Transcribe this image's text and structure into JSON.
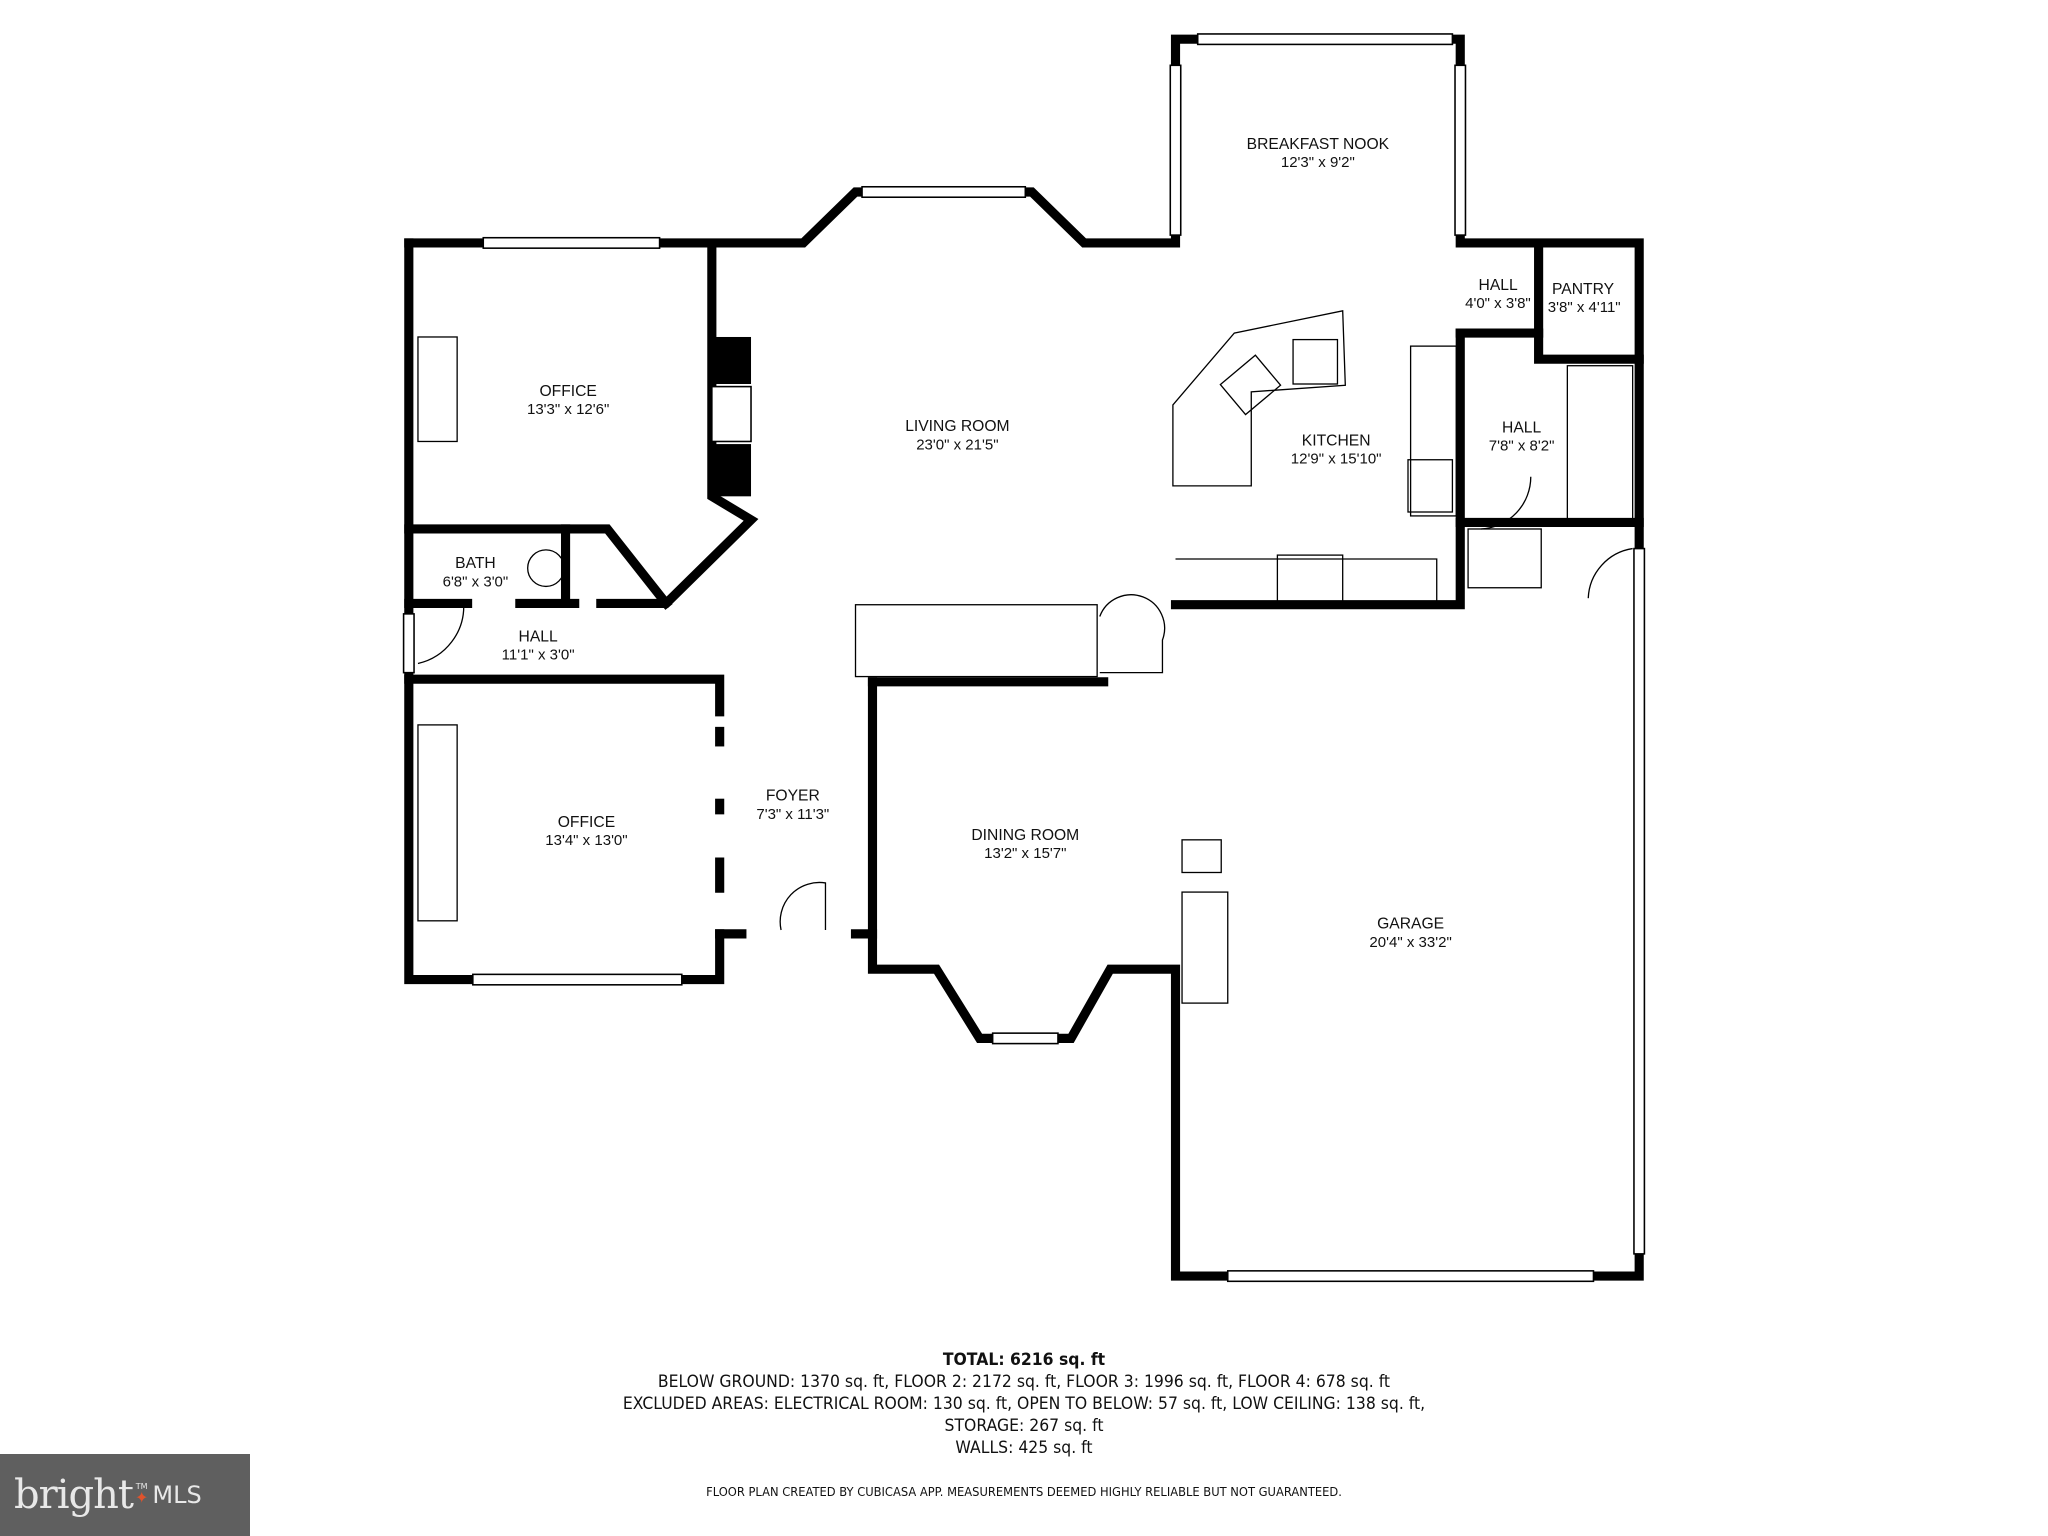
{
  "rooms": {
    "breakfast_nook": {
      "name": "BREAKFAST NOOK",
      "dims": "12'3\" x 9'2\""
    },
    "office_1": {
      "name": "OFFICE",
      "dims": "13'3\" x 12'6\""
    },
    "living_room": {
      "name": "LIVING ROOM",
      "dims": "23'0\" x 21'5\""
    },
    "hall_small": {
      "name": "HALL",
      "dims": "4'0\" x 3'8\""
    },
    "pantry": {
      "name": "PANTRY",
      "dims": "3'8\" x 4'11\""
    },
    "kitchen": {
      "name": "KITCHEN",
      "dims": "12'9\" x 15'10\""
    },
    "hall_right": {
      "name": "HALL",
      "dims": "7'8\" x 8'2\""
    },
    "bath": {
      "name": "BATH",
      "dims": "6'8\" x 3'0\""
    },
    "hall_left": {
      "name": "HALL",
      "dims": "11'1\" x 3'0\""
    },
    "foyer": {
      "name": "FOYER",
      "dims": "7'3\" x 11'3\""
    },
    "office_2": {
      "name": "OFFICE",
      "dims": "13'4\" x 13'0\""
    },
    "dining_room": {
      "name": "DINING ROOM",
      "dims": "13'2\" x 15'7\""
    },
    "garage": {
      "name": "GARAGE",
      "dims": "20'4\" x 33'2\""
    }
  },
  "summary": {
    "total": "TOTAL: 6216 sq. ft",
    "floors": "BELOW GROUND: 1370 sq. ft, FLOOR 2: 2172 sq. ft, FLOOR 3: 1996 sq. ft, FLOOR 4: 678 sq. ft",
    "excluded_1": "EXCLUDED AREAS: ELECTRICAL ROOM: 130 sq. ft, OPEN TO BELOW: 57 sq. ft, LOW CEILING: 138 sq. ft,",
    "excluded_2": "STORAGE: 267 sq. ft",
    "walls": "WALLS: 425 sq. ft"
  },
  "disclaimer": "FLOOR PLAN CREATED BY CUBICASA APP. MEASUREMENTS DEEMED HIGHLY RELIABLE BUT NOT GUARANTEED.",
  "logo": {
    "text": "bright",
    "suffix": "MLS",
    "tm": "TM",
    "accent": "#e0532c",
    "background": "#5f5f5f"
  }
}
